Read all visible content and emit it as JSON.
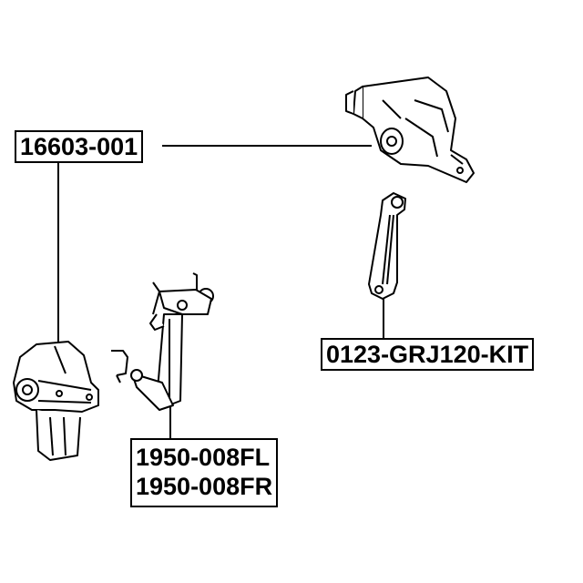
{
  "labels": {
    "top_sensor": "16603-001",
    "link_kit": "0123-GRJ120-KIT",
    "sensor_fl": "1950-008FL",
    "sensor_fr": "1950-008FR"
  },
  "colors": {
    "line": "#000000",
    "fill": "#ffffff"
  }
}
